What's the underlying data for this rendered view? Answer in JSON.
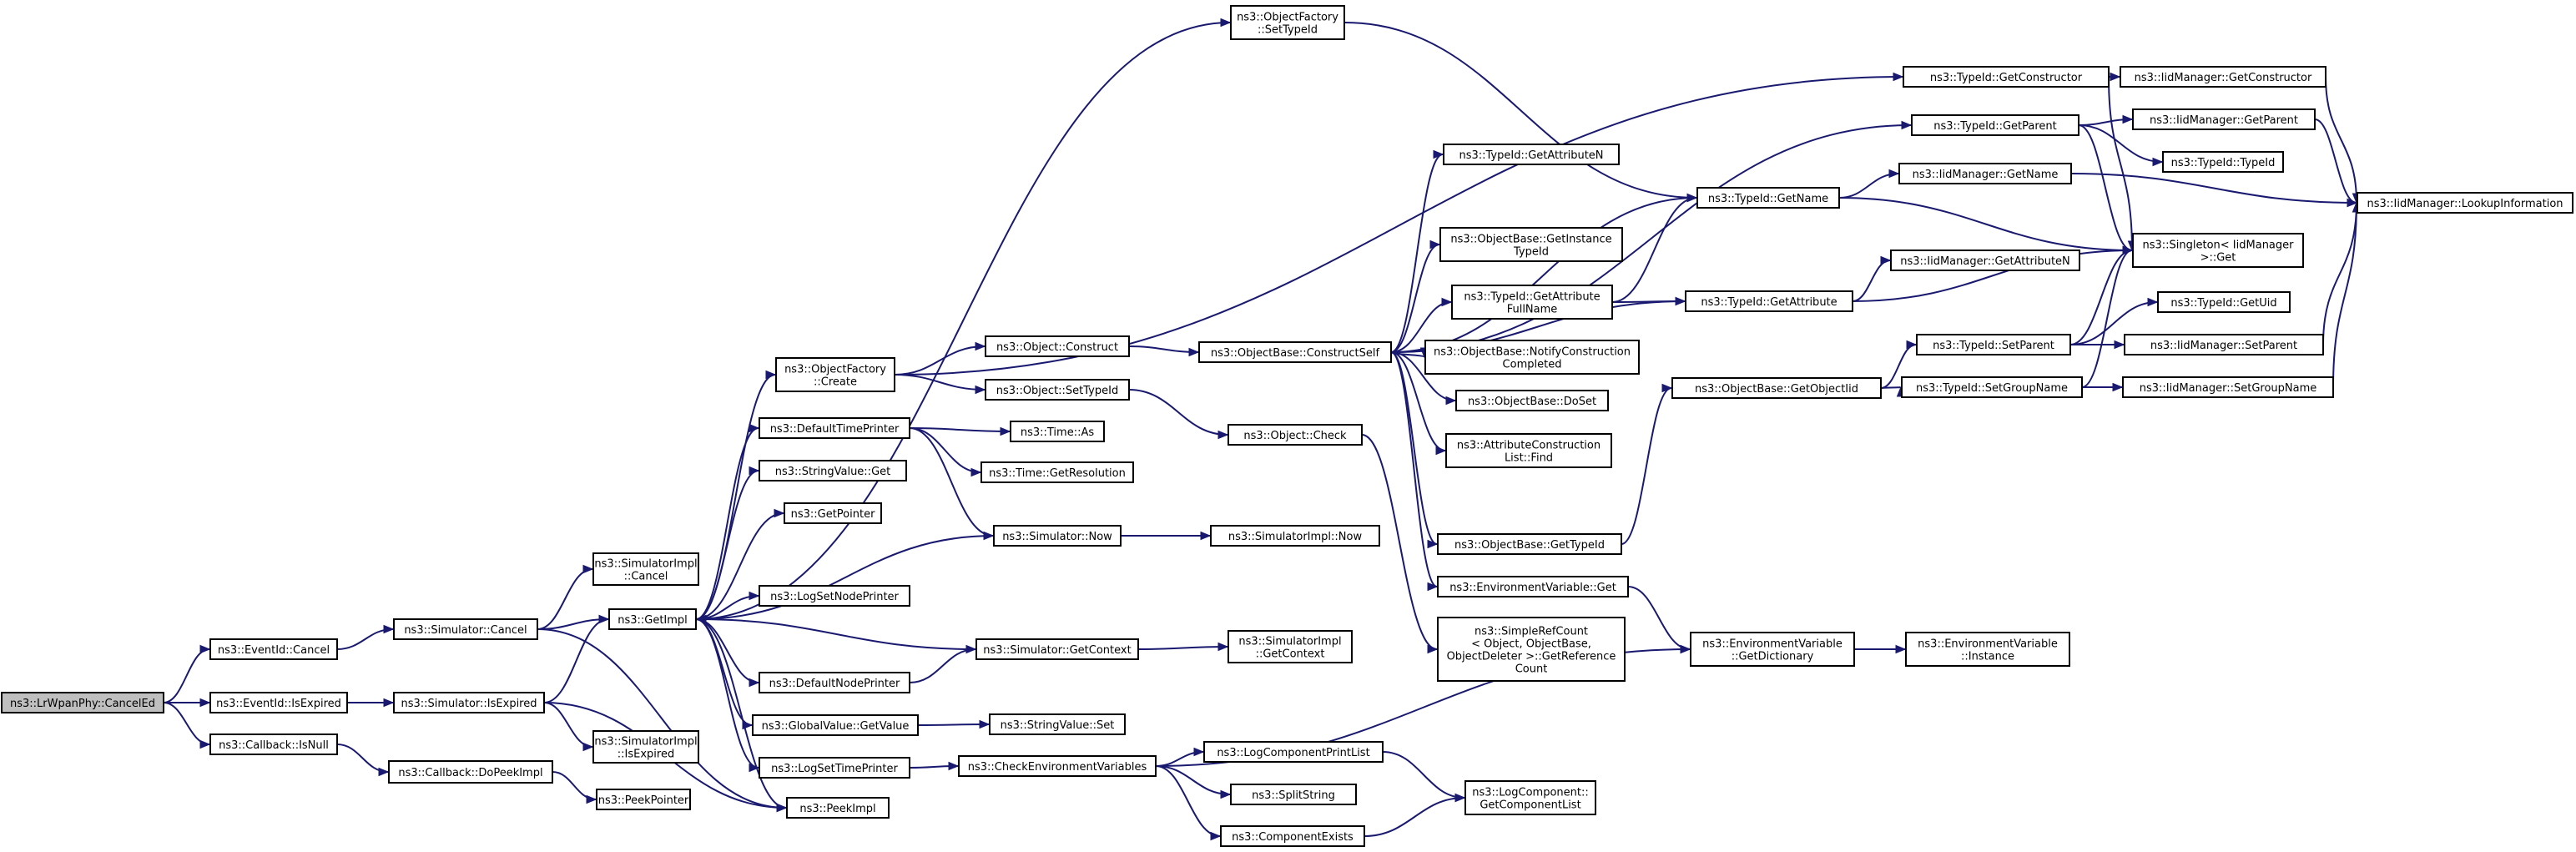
{
  "nodes": [
    {
      "id": "root",
      "lines": [
        "ns3::LrWpanPhy::CancelEd"
      ],
      "root": true
    },
    {
      "id": "ev_cancel",
      "lines": [
        "ns3::EventId::Cancel"
      ]
    },
    {
      "id": "ev_isexpired",
      "lines": [
        "ns3::EventId::IsExpired"
      ]
    },
    {
      "id": "cb_isnull",
      "lines": [
        "ns3::Callback::IsNull"
      ]
    },
    {
      "id": "sim_cancel",
      "lines": [
        "ns3::Simulator::Cancel"
      ]
    },
    {
      "id": "sim_isexpired",
      "lines": [
        "ns3::Simulator::IsExpired"
      ]
    },
    {
      "id": "cb_dopeek",
      "lines": [
        "ns3::Callback::DoPeekImpl"
      ]
    },
    {
      "id": "peekpointer",
      "lines": [
        "ns3::PeekPointer"
      ]
    },
    {
      "id": "simimpl_cancel",
      "lines": [
        "ns3::SimulatorImpl",
        "::Cancel"
      ]
    },
    {
      "id": "getimpl",
      "lines": [
        "ns3::GetImpl"
      ]
    },
    {
      "id": "simimpl_isexpired",
      "lines": [
        "ns3::SimulatorImpl",
        "::IsExpired"
      ]
    },
    {
      "id": "peekimpl",
      "lines": [
        "ns3::PeekImpl"
      ]
    },
    {
      "id": "of_create",
      "lines": [
        "ns3::ObjectFactory",
        "::Create"
      ]
    },
    {
      "id": "dtp",
      "lines": [
        "ns3::DefaultTimePrinter"
      ]
    },
    {
      "id": "sv_get",
      "lines": [
        "ns3::StringValue::Get"
      ]
    },
    {
      "id": "getpointer",
      "lines": [
        "ns3::GetPointer"
      ]
    },
    {
      "id": "logsetnode",
      "lines": [
        "ns3::LogSetNodePrinter"
      ]
    },
    {
      "id": "dnp",
      "lines": [
        "ns3::DefaultNodePrinter"
      ]
    },
    {
      "id": "gv_getvalue",
      "lines": [
        "ns3::GlobalValue::GetValue"
      ]
    },
    {
      "id": "logsettime",
      "lines": [
        "ns3::LogSetTimePrinter"
      ]
    },
    {
      "id": "of_settypeid",
      "lines": [
        "ns3::ObjectFactory",
        "::SetTypeId"
      ]
    },
    {
      "id": "obj_construct",
      "lines": [
        "ns3::Object::Construct"
      ]
    },
    {
      "id": "obj_settypeid",
      "lines": [
        "ns3::Object::SetTypeId"
      ]
    },
    {
      "id": "time_as",
      "lines": [
        "ns3::Time::As"
      ]
    },
    {
      "id": "time_getres",
      "lines": [
        "ns3::Time::GetResolution"
      ]
    },
    {
      "id": "sim_now",
      "lines": [
        "ns3::Simulator::Now"
      ]
    },
    {
      "id": "sim_getcontext",
      "lines": [
        "ns3::Simulator::GetContext"
      ]
    },
    {
      "id": "sv_set",
      "lines": [
        "ns3::StringValue::Set"
      ]
    },
    {
      "id": "checkenv",
      "lines": [
        "ns3::CheckEnvironmentVariables"
      ]
    },
    {
      "id": "ob_constructself",
      "lines": [
        "ns3::ObjectBase::ConstructSelf"
      ]
    },
    {
      "id": "obj_check",
      "lines": [
        "ns3::Object::Check"
      ]
    },
    {
      "id": "simimpl_now",
      "lines": [
        "ns3::SimulatorImpl::Now"
      ]
    },
    {
      "id": "simimpl_getcontext",
      "lines": [
        "ns3::SimulatorImpl",
        "::GetContext"
      ]
    },
    {
      "id": "lcpl",
      "lines": [
        "ns3::LogComponentPrintList"
      ]
    },
    {
      "id": "splitstring",
      "lines": [
        "ns3::SplitString"
      ]
    },
    {
      "id": "compexists",
      "lines": [
        "ns3::ComponentExists"
      ]
    },
    {
      "id": "tid_getattrn",
      "lines": [
        "ns3::TypeId::GetAttributeN"
      ]
    },
    {
      "id": "ob_getinsttid",
      "lines": [
        "ns3::ObjectBase::GetInstance",
        "TypeId"
      ]
    },
    {
      "id": "tid_getattrfull",
      "lines": [
        "ns3::TypeId::GetAttribute",
        "FullName"
      ]
    },
    {
      "id": "ob_notify",
      "lines": [
        "ns3::ObjectBase::NotifyConstruction",
        "Completed"
      ]
    },
    {
      "id": "ob_doset",
      "lines": [
        "ns3::ObjectBase::DoSet"
      ]
    },
    {
      "id": "acl_find",
      "lines": [
        "ns3::AttributeConstruction",
        "List::Find"
      ]
    },
    {
      "id": "ob_gettypeid",
      "lines": [
        "ns3::ObjectBase::GetTypeId"
      ]
    },
    {
      "id": "envvar_get",
      "lines": [
        "ns3::EnvironmentVariable::Get"
      ]
    },
    {
      "id": "srcount",
      "lines": [
        "ns3::SimpleRefCount",
        "< Object, ObjectBase,",
        "ObjectDeleter >::GetReference",
        "Count"
      ]
    },
    {
      "id": "lc_getcomplist",
      "lines": [
        "ns3::LogComponent::",
        "GetComponentList"
      ]
    },
    {
      "id": "tid_getctor",
      "lines": [
        "ns3::TypeId::GetConstructor"
      ]
    },
    {
      "id": "tid_getparent",
      "lines": [
        "ns3::TypeId::GetParent"
      ]
    },
    {
      "id": "tid_getname",
      "lines": [
        "ns3::TypeId::GetName"
      ]
    },
    {
      "id": "tid_getattr",
      "lines": [
        "ns3::TypeId::GetAttribute"
      ]
    },
    {
      "id": "ob_getobjtid",
      "lines": [
        "ns3::ObjectBase::GetObjectIid"
      ]
    },
    {
      "id": "envvar_getdict",
      "lines": [
        "ns3::EnvironmentVariable",
        "::GetDictionary"
      ]
    },
    {
      "id": "iid_getname",
      "lines": [
        "ns3::IidManager::GetName"
      ]
    },
    {
      "id": "iid_getattrn",
      "lines": [
        "ns3::IidManager::GetAttributeN"
      ]
    },
    {
      "id": "tid_setparent",
      "lines": [
        "ns3::TypeId::SetParent"
      ]
    },
    {
      "id": "tid_setgroup",
      "lines": [
        "ns3::TypeId::SetGroupName"
      ]
    },
    {
      "id": "envvar_inst",
      "lines": [
        "ns3::EnvironmentVariable",
        "::Instance"
      ]
    },
    {
      "id": "iid_getctor",
      "lines": [
        "ns3::IidManager::GetConstructor"
      ]
    },
    {
      "id": "iid_getparent",
      "lines": [
        "ns3::IidManager::GetParent"
      ]
    },
    {
      "id": "tid_typeid",
      "lines": [
        "ns3::TypeId::TypeId"
      ]
    },
    {
      "id": "singleton",
      "lines": [
        "ns3::Singleton< IidManager",
        ">::Get"
      ]
    },
    {
      "id": "tid_getuid",
      "lines": [
        "ns3::TypeId::GetUid"
      ]
    },
    {
      "id": "iid_setparent",
      "lines": [
        "ns3::IidManager::SetParent"
      ]
    },
    {
      "id": "iid_setgroup",
      "lines": [
        "ns3::IidManager::SetGroupName"
      ]
    },
    {
      "id": "iid_lookup",
      "lines": [
        "ns3::IidManager::LookupInformation"
      ]
    }
  ],
  "edges": [
    [
      "root",
      "ev_cancel"
    ],
    [
      "root",
      "ev_isexpired"
    ],
    [
      "root",
      "cb_isnull"
    ],
    [
      "ev_cancel",
      "sim_cancel"
    ],
    [
      "ev_isexpired",
      "sim_isexpired"
    ],
    [
      "cb_isnull",
      "cb_dopeek"
    ],
    [
      "sim_cancel",
      "simimpl_cancel"
    ],
    [
      "sim_cancel",
      "getimpl"
    ],
    [
      "sim_cancel",
      "peekimpl"
    ],
    [
      "sim_isexpired",
      "getimpl"
    ],
    [
      "sim_isexpired",
      "simimpl_isexpired"
    ],
    [
      "sim_isexpired",
      "peekimpl"
    ],
    [
      "cb_dopeek",
      "peekpointer"
    ],
    [
      "getimpl",
      "of_create"
    ],
    [
      "getimpl",
      "dtp"
    ],
    [
      "getimpl",
      "sv_get"
    ],
    [
      "getimpl",
      "getpointer"
    ],
    [
      "getimpl",
      "logsetnode"
    ],
    [
      "getimpl",
      "dnp"
    ],
    [
      "getimpl",
      "gv_getvalue"
    ],
    [
      "getimpl",
      "logsettime"
    ],
    [
      "getimpl",
      "peekimpl"
    ],
    [
      "getimpl",
      "of_settypeid"
    ],
    [
      "sim_now",
      "getimpl"
    ],
    [
      "sim_getcontext",
      "getimpl"
    ],
    [
      "of_create",
      "obj_construct"
    ],
    [
      "of_create",
      "obj_settypeid"
    ],
    [
      "of_create",
      "tid_getctor"
    ],
    [
      "dtp",
      "time_as"
    ],
    [
      "dtp",
      "time_getres"
    ],
    [
      "dtp",
      "sim_now"
    ],
    [
      "dnp",
      "sim_getcontext"
    ],
    [
      "gv_getvalue",
      "sv_set"
    ],
    [
      "logsettime",
      "checkenv"
    ],
    [
      "of_settypeid",
      "tid_getname"
    ],
    [
      "obj_construct",
      "ob_constructself"
    ],
    [
      "obj_settypeid",
      "obj_check"
    ],
    [
      "sim_now",
      "simimpl_now"
    ],
    [
      "sim_getcontext",
      "simimpl_getcontext"
    ],
    [
      "checkenv",
      "lcpl"
    ],
    [
      "checkenv",
      "splitstring"
    ],
    [
      "checkenv",
      "compexists"
    ],
    [
      "checkenv",
      "envvar_getdict"
    ],
    [
      "ob_constructself",
      "tid_getparent"
    ],
    [
      "ob_constructself",
      "tid_getattrn"
    ],
    [
      "ob_constructself",
      "tid_getname"
    ],
    [
      "ob_constructself",
      "ob_getinsttid"
    ],
    [
      "ob_constructself",
      "tid_getattrfull"
    ],
    [
      "ob_constructself",
      "ob_notify"
    ],
    [
      "ob_constructself",
      "ob_doset"
    ],
    [
      "ob_constructself",
      "acl_find"
    ],
    [
      "ob_constructself",
      "tid_getattr"
    ],
    [
      "ob_constructself",
      "ob_gettypeid"
    ],
    [
      "ob_constructself",
      "envvar_get"
    ],
    [
      "obj_check",
      "srcount"
    ],
    [
      "lcpl",
      "lc_getcomplist"
    ],
    [
      "compexists",
      "lc_getcomplist"
    ],
    [
      "tid_getattrfull",
      "tid_getname"
    ],
    [
      "tid_getattrfull",
      "tid_getattr"
    ],
    [
      "ob_gettypeid",
      "ob_getobjtid"
    ],
    [
      "envvar_get",
      "envvar_getdict"
    ],
    [
      "tid_getctor",
      "iid_getctor"
    ],
    [
      "tid_getctor",
      "singleton"
    ],
    [
      "tid_getparent",
      "iid_getparent"
    ],
    [
      "tid_getparent",
      "tid_typeid"
    ],
    [
      "tid_getparent",
      "singleton"
    ],
    [
      "tid_getname",
      "iid_getname"
    ],
    [
      "tid_getname",
      "singleton"
    ],
    [
      "tid_getattr",
      "iid_getattrn"
    ],
    [
      "tid_getattr",
      "singleton"
    ],
    [
      "ob_getobjtid",
      "tid_setparent"
    ],
    [
      "ob_getobjtid",
      "tid_setgroup"
    ],
    [
      "envvar_getdict",
      "envvar_inst"
    ],
    [
      "tid_setparent",
      "tid_getuid"
    ],
    [
      "tid_setparent",
      "iid_setparent"
    ],
    [
      "tid_setparent",
      "singleton"
    ],
    [
      "tid_setgroup",
      "iid_setgroup"
    ],
    [
      "tid_setgroup",
      "singleton"
    ],
    [
      "iid_getctor",
      "iid_lookup"
    ],
    [
      "iid_getparent",
      "iid_lookup"
    ],
    [
      "iid_getname",
      "iid_lookup"
    ],
    [
      "iid_setparent",
      "iid_lookup"
    ],
    [
      "iid_setgroup",
      "iid_lookup"
    ]
  ]
}
